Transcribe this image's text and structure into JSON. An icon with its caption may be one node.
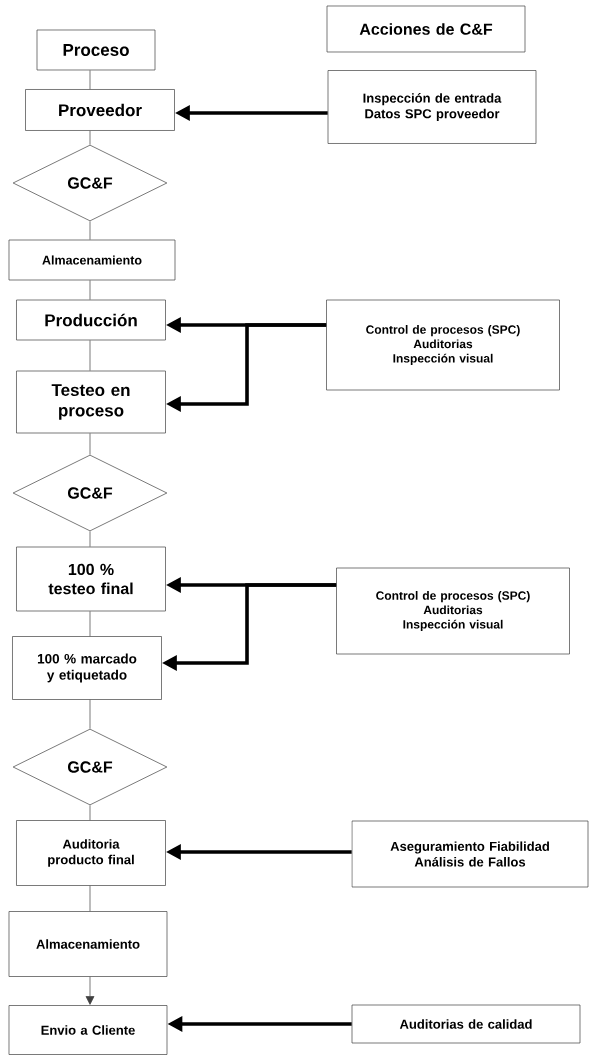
{
  "diagram": {
    "nodes": [
      {
        "text": [
          "Proceso"
        ]
      },
      {
        "text": [
          "Acciones de C&F"
        ]
      },
      {
        "text": [
          "Proveedor"
        ]
      },
      {
        "text": [
          "Inspección de entrada",
          "Datos SPC proveedor"
        ]
      },
      {
        "text": [
          "GC&F"
        ]
      },
      {
        "text": [
          "Almacenamiento"
        ]
      },
      {
        "text": [
          "Producción"
        ]
      },
      {
        "text": [
          "Control de procesos (SPC)",
          "Auditorias",
          "Inspección visual"
        ]
      },
      {
        "text": [
          "Testeo en proceso"
        ]
      },
      {
        "text": [
          "GC&F"
        ]
      },
      {
        "text": [
          "100 % testeo final"
        ]
      },
      {
        "text": [
          "Control de procesos (SPC)",
          "Auditorias",
          "Inspección visual"
        ]
      },
      {
        "text": [
          "100 % marcado y etiquetado"
        ]
      },
      {
        "text": [
          "GC&F"
        ]
      },
      {
        "text": [
          "Auditoria producto final"
        ]
      },
      {
        "text": [
          "Aseguramiento Fiabilidad",
          "Análisis de Fallos"
        ]
      },
      {
        "text": [
          "Almacenamiento"
        ]
      },
      {
        "text": [
          "Envio a Cliente"
        ]
      },
      {
        "text": [
          "Auditorias de calidad"
        ]
      }
    ],
    "edges": [
      {
        "from": 0,
        "to": 2,
        "arrow": "none"
      },
      {
        "from": 2,
        "to": 4,
        "arrow": "none"
      },
      {
        "from": 4,
        "to": 5,
        "arrow": "none"
      },
      {
        "from": 5,
        "to": 6,
        "arrow": "none"
      },
      {
        "from": 6,
        "to": 8,
        "arrow": "none"
      },
      {
        "from": 8,
        "to": 9,
        "arrow": "none"
      },
      {
        "from": 9,
        "to": 10,
        "arrow": "none"
      },
      {
        "from": 10,
        "to": 12,
        "arrow": "none"
      },
      {
        "from": 12,
        "to": 13,
        "arrow": "none"
      },
      {
        "from": 13,
        "to": 14,
        "arrow": "none"
      },
      {
        "from": 14,
        "to": 16,
        "arrow": "none"
      },
      {
        "from": 16,
        "to": 17,
        "arrow": "to"
      },
      {
        "from": 3,
        "to": 2,
        "arrow": "to",
        "style": "thick"
      },
      {
        "from": 7,
        "to": 6,
        "arrow": "to",
        "style": "thick"
      },
      {
        "from": 7,
        "to": 8,
        "arrow": "to",
        "style": "thick"
      },
      {
        "from": 11,
        "to": 10,
        "arrow": "to",
        "style": "thick"
      },
      {
        "from": 11,
        "to": 12,
        "arrow": "to",
        "style": "thick"
      },
      {
        "from": 15,
        "to": 14,
        "arrow": "to",
        "style": "thick"
      },
      {
        "from": 18,
        "to": 17,
        "arrow": "to",
        "style": "thick"
      }
    ]
  }
}
